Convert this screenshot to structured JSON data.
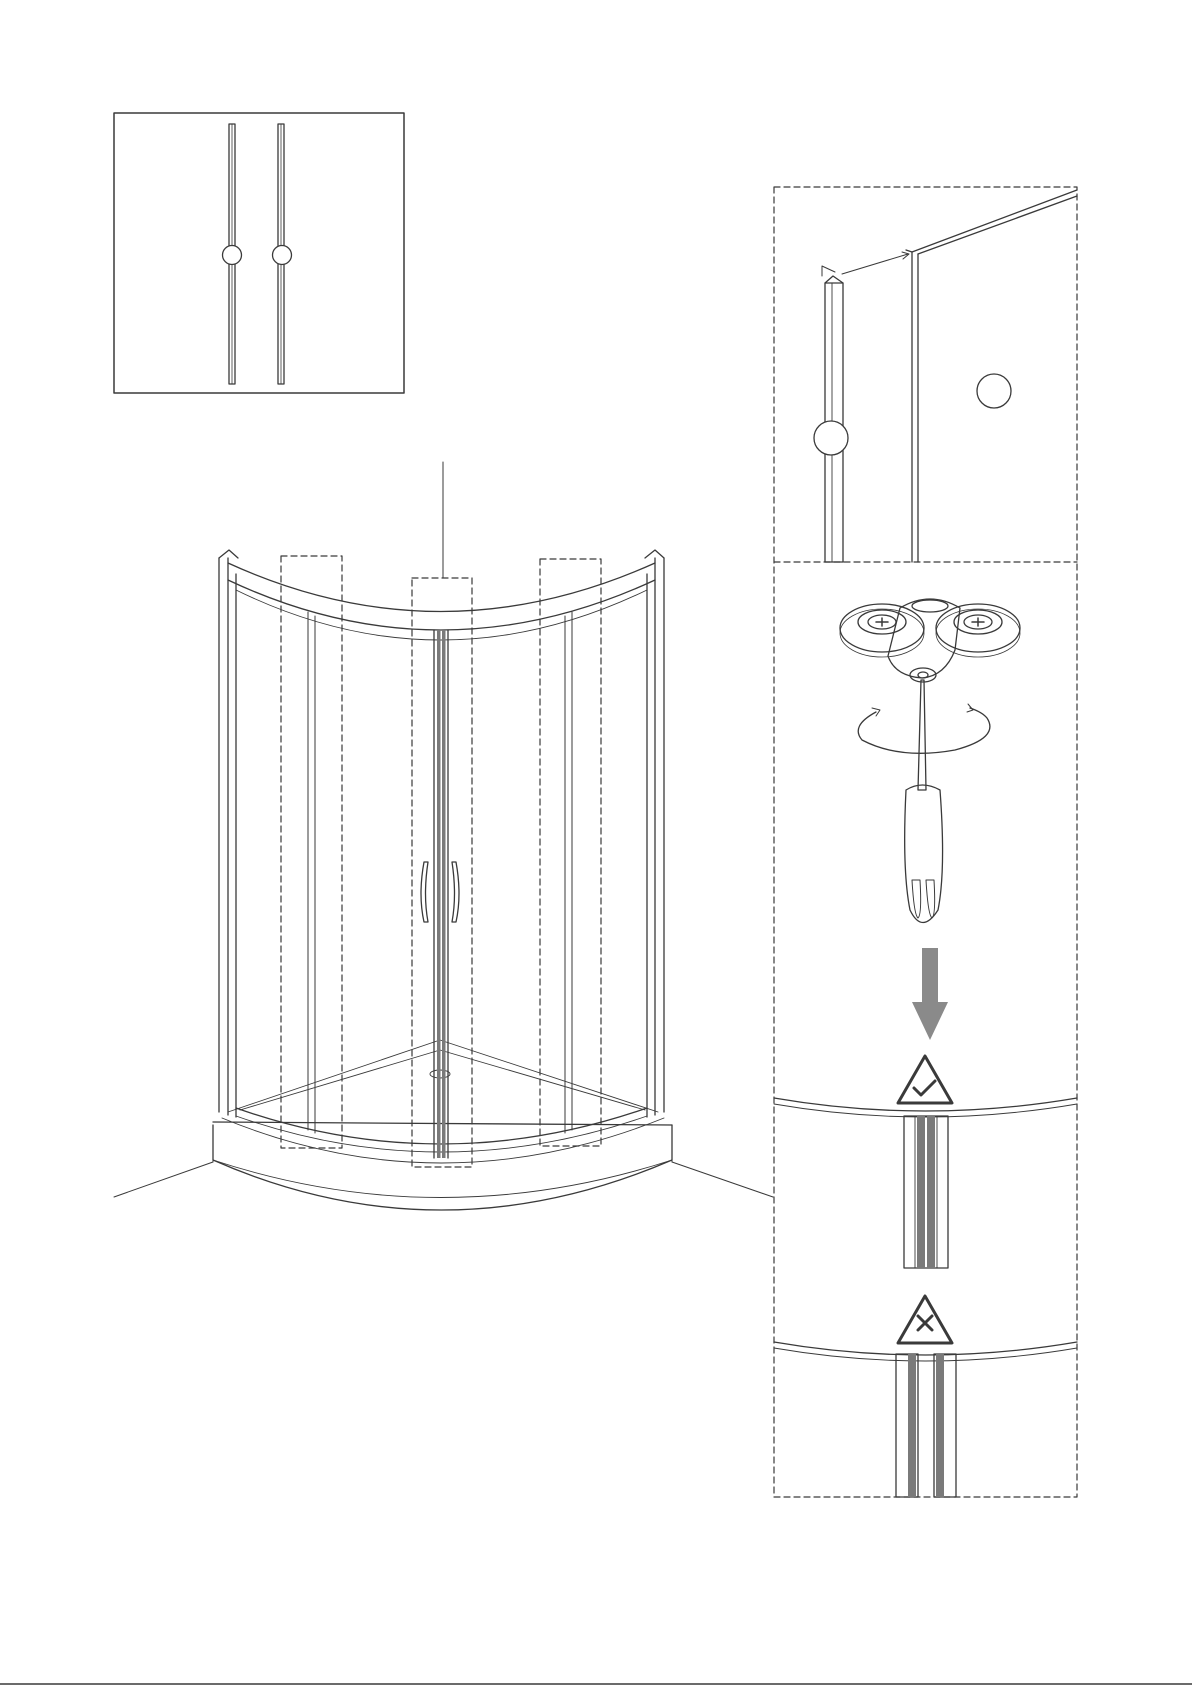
{
  "page": {
    "background": "#ffffff",
    "line_color": "#3a3a3a",
    "seal_strip_color": "#7a7a7a",
    "arrow_color": "#8a8a8a"
  },
  "parts_panel": {
    "parts": [
      {
        "icon": "seal-strip-icon",
        "label": ""
      },
      {
        "icon": "seal-strip-icon",
        "label": ""
      }
    ]
  },
  "main_view": {
    "subject": "quadrant-shower-enclosure",
    "callout_count": 3
  },
  "detail_seal": {
    "label_circles": [
      "",
      ""
    ]
  },
  "detail_roller": {
    "tool": "screwdriver-icon",
    "action": "rotate-arrow-icon",
    "result_arrow": "down-arrow-icon"
  },
  "detail_correct": {
    "icon": "check-warning-icon",
    "state": "correct"
  },
  "detail_incorrect": {
    "icon": "cross-warning-icon",
    "state": "incorrect"
  }
}
